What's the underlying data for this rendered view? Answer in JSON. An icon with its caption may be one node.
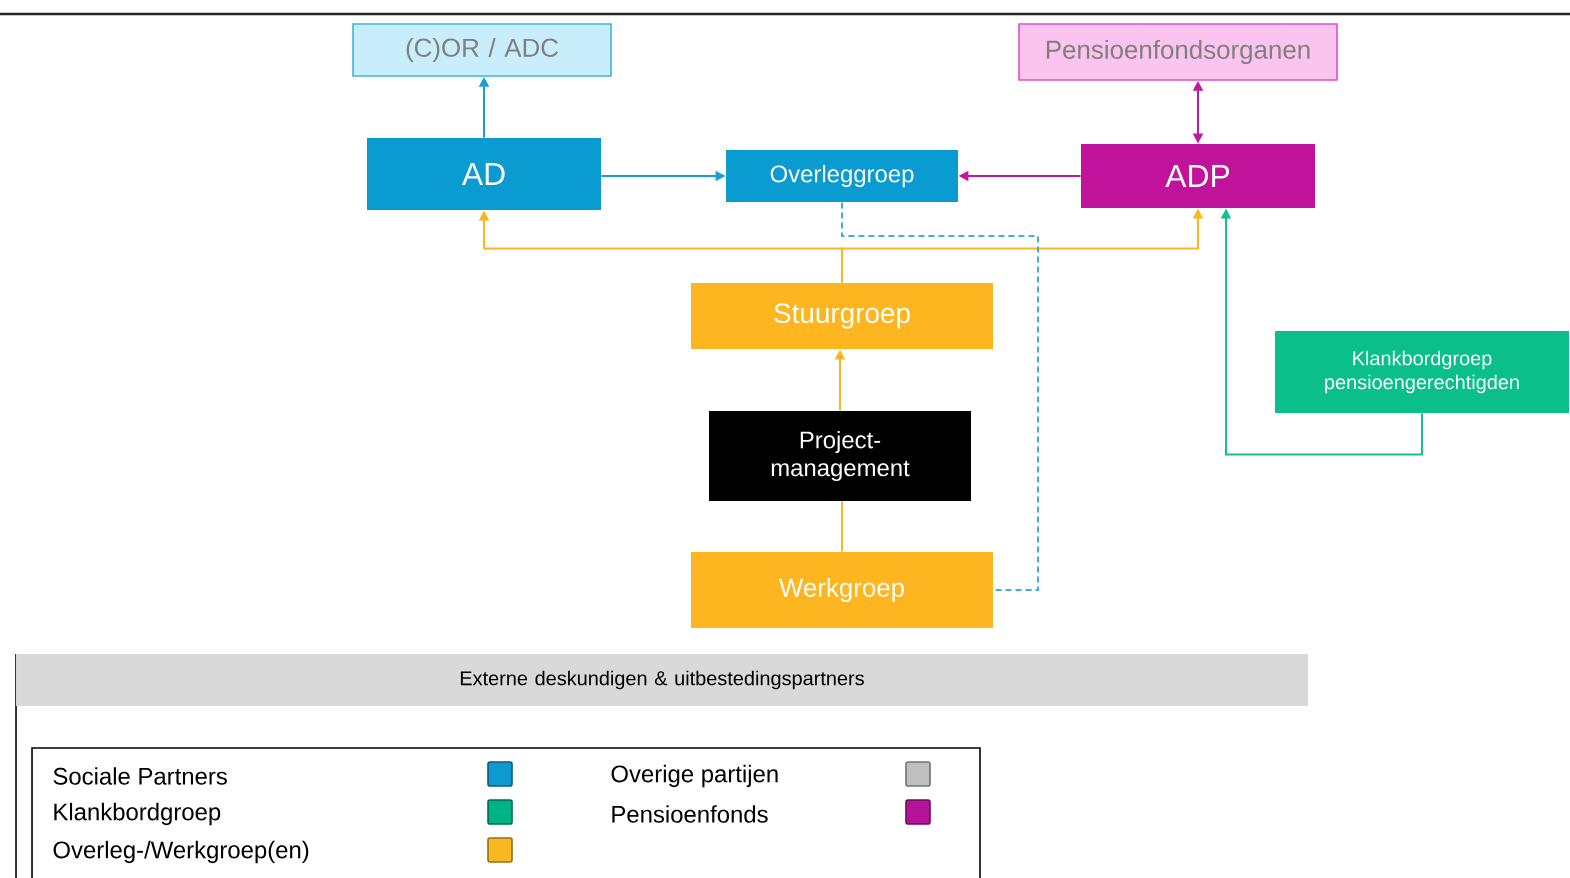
{
  "diagram": {
    "nodes": [
      {
        "text": [
          "(C)OR / ADC"
        ]
      },
      {
        "text": [
          "Pensioenfondsorganen"
        ]
      },
      {
        "text": [
          "AD"
        ]
      },
      {
        "text": [
          "Overleggroep"
        ]
      },
      {
        "text": [
          "ADP"
        ]
      },
      {
        "text": [
          "Stuurgroep"
        ]
      },
      {
        "text": [
          "Project- management"
        ]
      },
      {
        "text": [
          "Klankbordgroep pensioengerechtigden"
        ]
      },
      {
        "text": [
          "Werkgroep"
        ]
      },
      {
        "text": [
          "Externe deskundigen & uitbestedingspartners"
        ]
      }
    ],
    "edges": [
      {
        "from": 2,
        "to": 0,
        "arrow": "to",
        "color": "#1a9fd4"
      },
      {
        "from": 4,
        "to": 1,
        "arrow": "both",
        "color": "#c0189e"
      },
      {
        "from": 2,
        "to": 3,
        "arrow": "to",
        "color": "#1a9fd4"
      },
      {
        "from": 4,
        "to": 3,
        "arrow": "to",
        "color": "#c0189e"
      },
      {
        "from": 5,
        "to": 2,
        "arrow": "to"
      },
      {
        "from": 5,
        "to": 4,
        "arrow": "to"
      },
      {
        "from": 6,
        "to": 5,
        "arrow": "to"
      },
      {
        "from": 8,
        "to": 6,
        "arrow": "none"
      },
      {
        "from": 3,
        "to": 8,
        "arrow": "none",
        "style": "dashed",
        "color": "#3fb0dc"
      },
      {
        "from": 7,
        "to": 4,
        "arrow": "to",
        "color": "#12c18f"
      }
    ],
    "legend": [
      {
        "text": "Sociale Partners",
        "color": "#0e9ad0"
      },
      {
        "text": "Klankbordgroep",
        "color": "#00b386"
      },
      {
        "text": "Overleg-/Werkgroep(en)",
        "color": "#f9b81f"
      },
      {
        "text": "Overige partijen",
        "color": "#bfbfbf"
      },
      {
        "text": "Pensioenfonds",
        "color": "#b5149a"
      }
    ]
  }
}
